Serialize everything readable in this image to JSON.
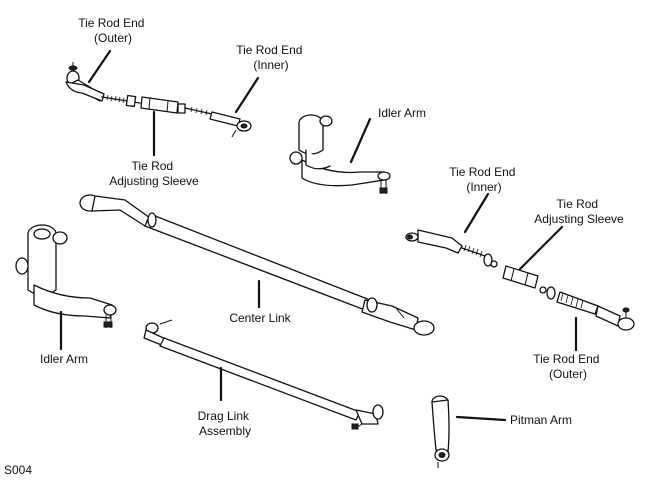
{
  "diagram_id": "S004",
  "labels": {
    "tie_rod_end_outer_top": [
      "Tie Rod End",
      "(Outer)"
    ],
    "tie_rod_end_inner_top": [
      "Tie Rod End",
      "(Inner)"
    ],
    "tie_rod_adjusting_sleeve_top": [
      "Tie Rod",
      "Adjusting Sleeve"
    ],
    "idler_arm_top": [
      "Idler Arm"
    ],
    "tie_rod_end_inner_right": [
      "Tie Rod End",
      "(Inner)"
    ],
    "tie_rod_adjusting_sleeve_right": [
      "Tie Rod",
      "Adjusting Sleeve"
    ],
    "tie_rod_end_outer_right": [
      "Tie Rod End",
      "(Outer)"
    ],
    "center_link": [
      "Center Link"
    ],
    "idler_arm_left": [
      "Idler Arm"
    ],
    "drag_link_assembly": [
      "Drag Link",
      "Assembly"
    ],
    "pitman_arm": [
      "Pitman Arm"
    ]
  }
}
